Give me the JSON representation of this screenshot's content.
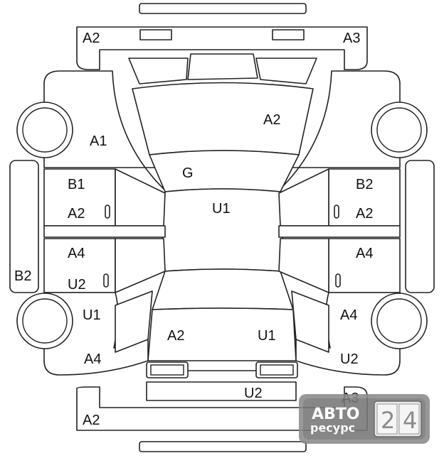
{
  "labels": {
    "front_a2": "A2",
    "front_a3": "A3",
    "hood_a2": "A2",
    "fender_a1": "A1",
    "windshield_g": "G",
    "roof_u1": "U1",
    "left_front_door_b1": "B1",
    "left_front_door_a2": "A2",
    "right_front_door_b2": "B2",
    "right_front_door_a2": "A2",
    "left_rear_door_a4": "A4",
    "left_rear_door_u2": "U2",
    "right_rear_door_a4": "A4",
    "left_sill_b2": "B2",
    "left_quarter_u1": "U1",
    "right_quarter_a4": "A4",
    "left_rear_fender_a4": "A4",
    "right_rear_fender_u2": "U2",
    "trunk_a2": "A2",
    "trunk_u1": "U1",
    "rear_bumper_u2": "U2",
    "rear_a2": "A2",
    "rear_a3_partial": "A3"
  },
  "watermark": {
    "word_top": "АВТО",
    "word_bottom": "ресурс",
    "digit_1": "2",
    "digit_2": "4"
  }
}
